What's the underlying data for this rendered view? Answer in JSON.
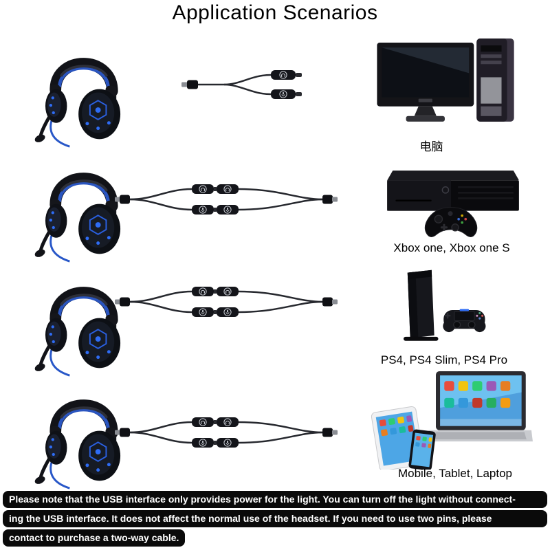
{
  "title": "Application Scenarios",
  "rows": [
    {
      "headset": "gaming-headset",
      "cable": "y-splitter-cable",
      "cable_icons": [
        "headphone-icon",
        "mic-icon"
      ],
      "device": "desktop-computer",
      "device_label": "电脑"
    },
    {
      "headset": "gaming-headset",
      "cable": "two-way-splitter-cable",
      "cable_icons": [
        "headphone-icon",
        "mic-icon"
      ],
      "device": "xbox-one-console-with-controller",
      "device_label": "Xbox one, Xbox one S"
    },
    {
      "headset": "gaming-headset",
      "cable": "two-way-splitter-cable",
      "cable_icons": [
        "headphone-icon",
        "mic-icon"
      ],
      "device": "ps4-console-with-controller",
      "device_label": "PS4, PS4 Slim, PS4 Pro"
    },
    {
      "headset": "gaming-headset",
      "cable": "two-way-splitter-cable",
      "cable_icons": [
        "headphone-icon",
        "mic-icon"
      ],
      "device": "mobile-tablet-laptop",
      "device_label": "Mobile, Tablet, Laptop"
    }
  ],
  "footer": {
    "lines": [
      "Please note that the USB interface only provides power for the light. You can turn off the light without connect-",
      "ing the USB interface. It does not affect the normal use of the headset. If you need to use two pins, please",
      "contact to purchase a two-way cable."
    ]
  },
  "colors": {
    "background": "#ffffff",
    "text": "#000000",
    "footer_bar": "#0a0a0a",
    "footer_text": "#ffffff",
    "headset_led": "#2e6cf5",
    "headset_cable": "#2857c8"
  }
}
